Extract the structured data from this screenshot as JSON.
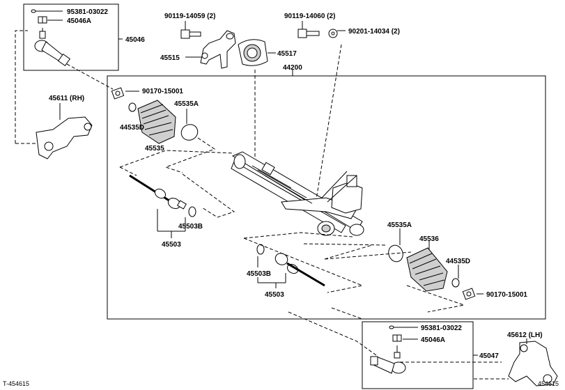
{
  "labels": {
    "p95381_top": "95381-03022",
    "p45046A_top": "45046A",
    "p45046": "45046",
    "p90119_14059": "90119-14059 (2)",
    "p45515": "45515",
    "p45517": "45517",
    "p90119_14060": "90119-14060 (2)",
    "p90201": "90201-14034 (2)",
    "p44200": "44200",
    "p45611": "45611 (RH)",
    "p90170_left": "90170-15001",
    "p45535A_left": "45535A",
    "p44535D_left": "44535D",
    "p45535_left": "45535",
    "p45503B_left": "45503B",
    "p45503_left": "45503",
    "p45535A_right": "45535A",
    "p45536": "45536",
    "p44535D_right": "44535D",
    "p90170_right": "90170-15001",
    "p45503B_mid": "45503B",
    "p45503_mid": "45503",
    "p95381_bottom": "95381-03022",
    "p45046A_bottom": "45046A",
    "p45047": "45047",
    "p45612": "45612 (LH)",
    "code_left": "T-454615",
    "code_right": "454615"
  }
}
